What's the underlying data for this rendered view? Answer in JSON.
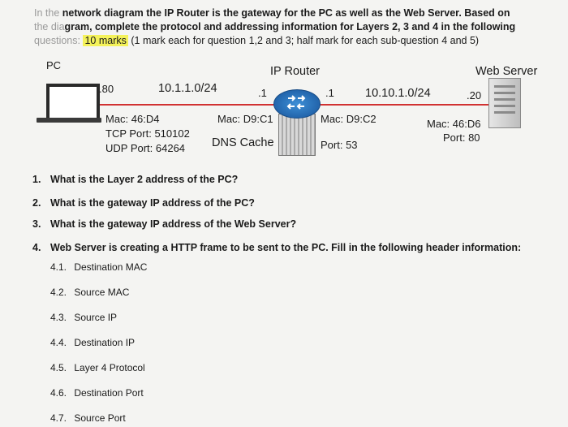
{
  "intro": {
    "faded_lead": "In the",
    "text_1": "network diagram the IP Router is the gateway for the PC as well as the Web Server. Based on",
    "faded_2": "the dia",
    "text_2": "gram, complete the protocol and addressing information for Layers 2, 3 and 4 in the following",
    "faded_3": "questions:",
    "marks_highlight": "10 marks",
    "marks_detail": "(1 mark each for question 1,2 and 3; half mark for each sub-question 4 and 5)"
  },
  "diagram": {
    "pc": {
      "title": "PC",
      "host": ".80",
      "mac": "Mac: 46:D4",
      "tcp_port": "TCP Port: 510102",
      "udp_port": "UDP Port: 64264"
    },
    "router": {
      "title": "IP Router",
      "left_host": ".1",
      "right_host": ".1",
      "left_mac": "Mac: D9:C1",
      "right_mac": "Mac: D9:C2",
      "dns": "DNS Cache",
      "port": "Port: 53"
    },
    "left_network": "10.1.1.0/24",
    "right_network": "10.10.1.0/24",
    "server": {
      "title": "Web Server",
      "host": ".20",
      "mac": "Mac: 46:D6",
      "port": "Port: 80"
    },
    "colors": {
      "link": "#d13232",
      "router": "#1f5fa6"
    }
  },
  "questions": [
    {
      "num": "1.",
      "text": "What is the Layer 2 address of the PC?"
    },
    {
      "num": "2.",
      "text": "What is the gateway IP address of the PC?"
    },
    {
      "num": "3.",
      "text": "What is the gateway IP address of the Web Server?"
    },
    {
      "num": "4.",
      "text": "Web Server is creating a HTTP frame to be sent to the PC.  Fill in the following header information:"
    }
  ],
  "subquestions": [
    {
      "num": "4.1.",
      "text": "Destination MAC"
    },
    {
      "num": "4.2.",
      "text": "Source MAC"
    },
    {
      "num": "4.3.",
      "text": "Source IP"
    },
    {
      "num": "4.4.",
      "text": "Destination IP"
    },
    {
      "num": "4.5.",
      "text": "Layer 4 Protocol"
    },
    {
      "num": "4.6.",
      "text": "Destination Port"
    },
    {
      "num": "4.7.",
      "text": "Source Port"
    }
  ]
}
